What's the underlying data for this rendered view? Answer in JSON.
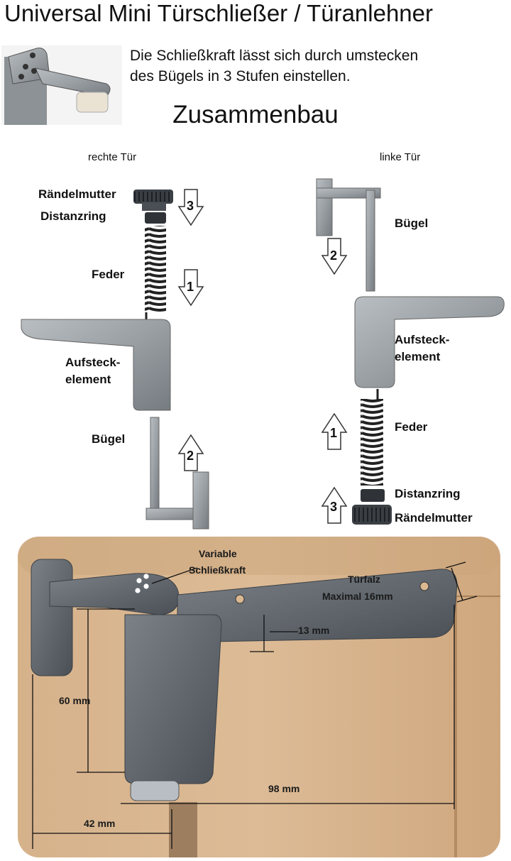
{
  "header": {
    "title": "Universal Mini Türschließer / Türanlehner",
    "description_line1": "Die Schließkraft lässt sich durch umstecken",
    "description_line2": "des Bügels in 3 Stufen einstellen.",
    "section_title": "Zusammenbau"
  },
  "right_door": {
    "caption": "rechte Tür",
    "labels": {
      "knurled_nut": "Rändelmutter",
      "spacer": "Distanzring",
      "spring": "Feder",
      "mount_line1": "Aufsteck-",
      "mount_line2": "element",
      "bracket": "Bügel"
    },
    "steps": {
      "nut": "3",
      "spring": "1",
      "bracket": "2"
    }
  },
  "left_door": {
    "caption": "linke Tür",
    "labels": {
      "bracket": "Bügel",
      "mount_line1": "Aufsteck-",
      "mount_line2": "element",
      "spring": "Feder",
      "spacer": "Distanzring",
      "knurled_nut": "Rändelmutter"
    },
    "steps": {
      "bracket": "2",
      "spring": "1",
      "nut": "3"
    }
  },
  "photo": {
    "variable_line1": "Variable",
    "variable_line2": "Schließkraft",
    "rebate_line1": "Türfalz",
    "rebate_line2": "Maximal 16mm",
    "dim_13": "13 mm",
    "dim_60": "60 mm",
    "dim_98": "98 mm",
    "dim_42": "42 mm"
  },
  "colors": {
    "metal": "#9aa0a4",
    "metal_dark": "#6d7378",
    "wood": "#d7b58f",
    "wood_dark": "#c39a70",
    "spring": "#2b2b2b"
  }
}
